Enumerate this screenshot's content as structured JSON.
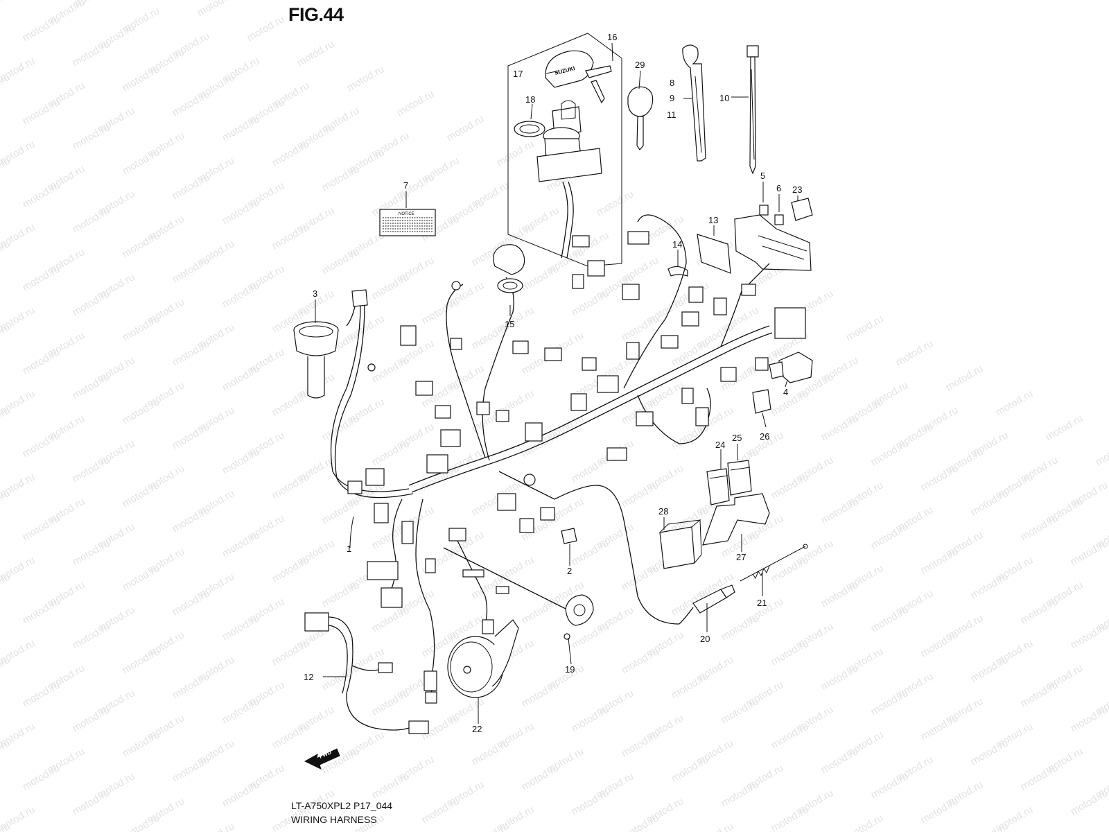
{
  "figure": {
    "title": "FIG.44",
    "model_code": "LT-A750XPL2 P17_044",
    "section_name": "WIRING HARNESS",
    "watermark": "motod.ru",
    "direction_label": "FWD",
    "key_label": "SUZUKI",
    "notice_label": "NOTICE"
  },
  "callouts": [
    {
      "id": "c1",
      "text": "1"
    },
    {
      "id": "c2",
      "text": "2"
    },
    {
      "id": "c3",
      "text": "3"
    },
    {
      "id": "c4",
      "text": "4"
    },
    {
      "id": "c5",
      "text": "5"
    },
    {
      "id": "c6",
      "text": "6"
    },
    {
      "id": "c7",
      "text": "7"
    },
    {
      "id": "c8",
      "text": "8"
    },
    {
      "id": "c9",
      "text": "9"
    },
    {
      "id": "c10",
      "text": "10"
    },
    {
      "id": "c11",
      "text": "11"
    },
    {
      "id": "c12",
      "text": "12"
    },
    {
      "id": "c13",
      "text": "13"
    },
    {
      "id": "c14",
      "text": "14"
    },
    {
      "id": "c15",
      "text": "15"
    },
    {
      "id": "c16",
      "text": "16"
    },
    {
      "id": "c17",
      "text": "17"
    },
    {
      "id": "c18",
      "text": "18"
    },
    {
      "id": "c19",
      "text": "19"
    },
    {
      "id": "c20",
      "text": "20"
    },
    {
      "id": "c21",
      "text": "21"
    },
    {
      "id": "c22",
      "text": "22"
    },
    {
      "id": "c23",
      "text": "23"
    },
    {
      "id": "c24",
      "text": "24"
    },
    {
      "id": "c25",
      "text": "25"
    },
    {
      "id": "c26",
      "text": "26"
    },
    {
      "id": "c27",
      "text": "27"
    },
    {
      "id": "c28",
      "text": "28"
    },
    {
      "id": "c29",
      "text": "29"
    }
  ]
}
